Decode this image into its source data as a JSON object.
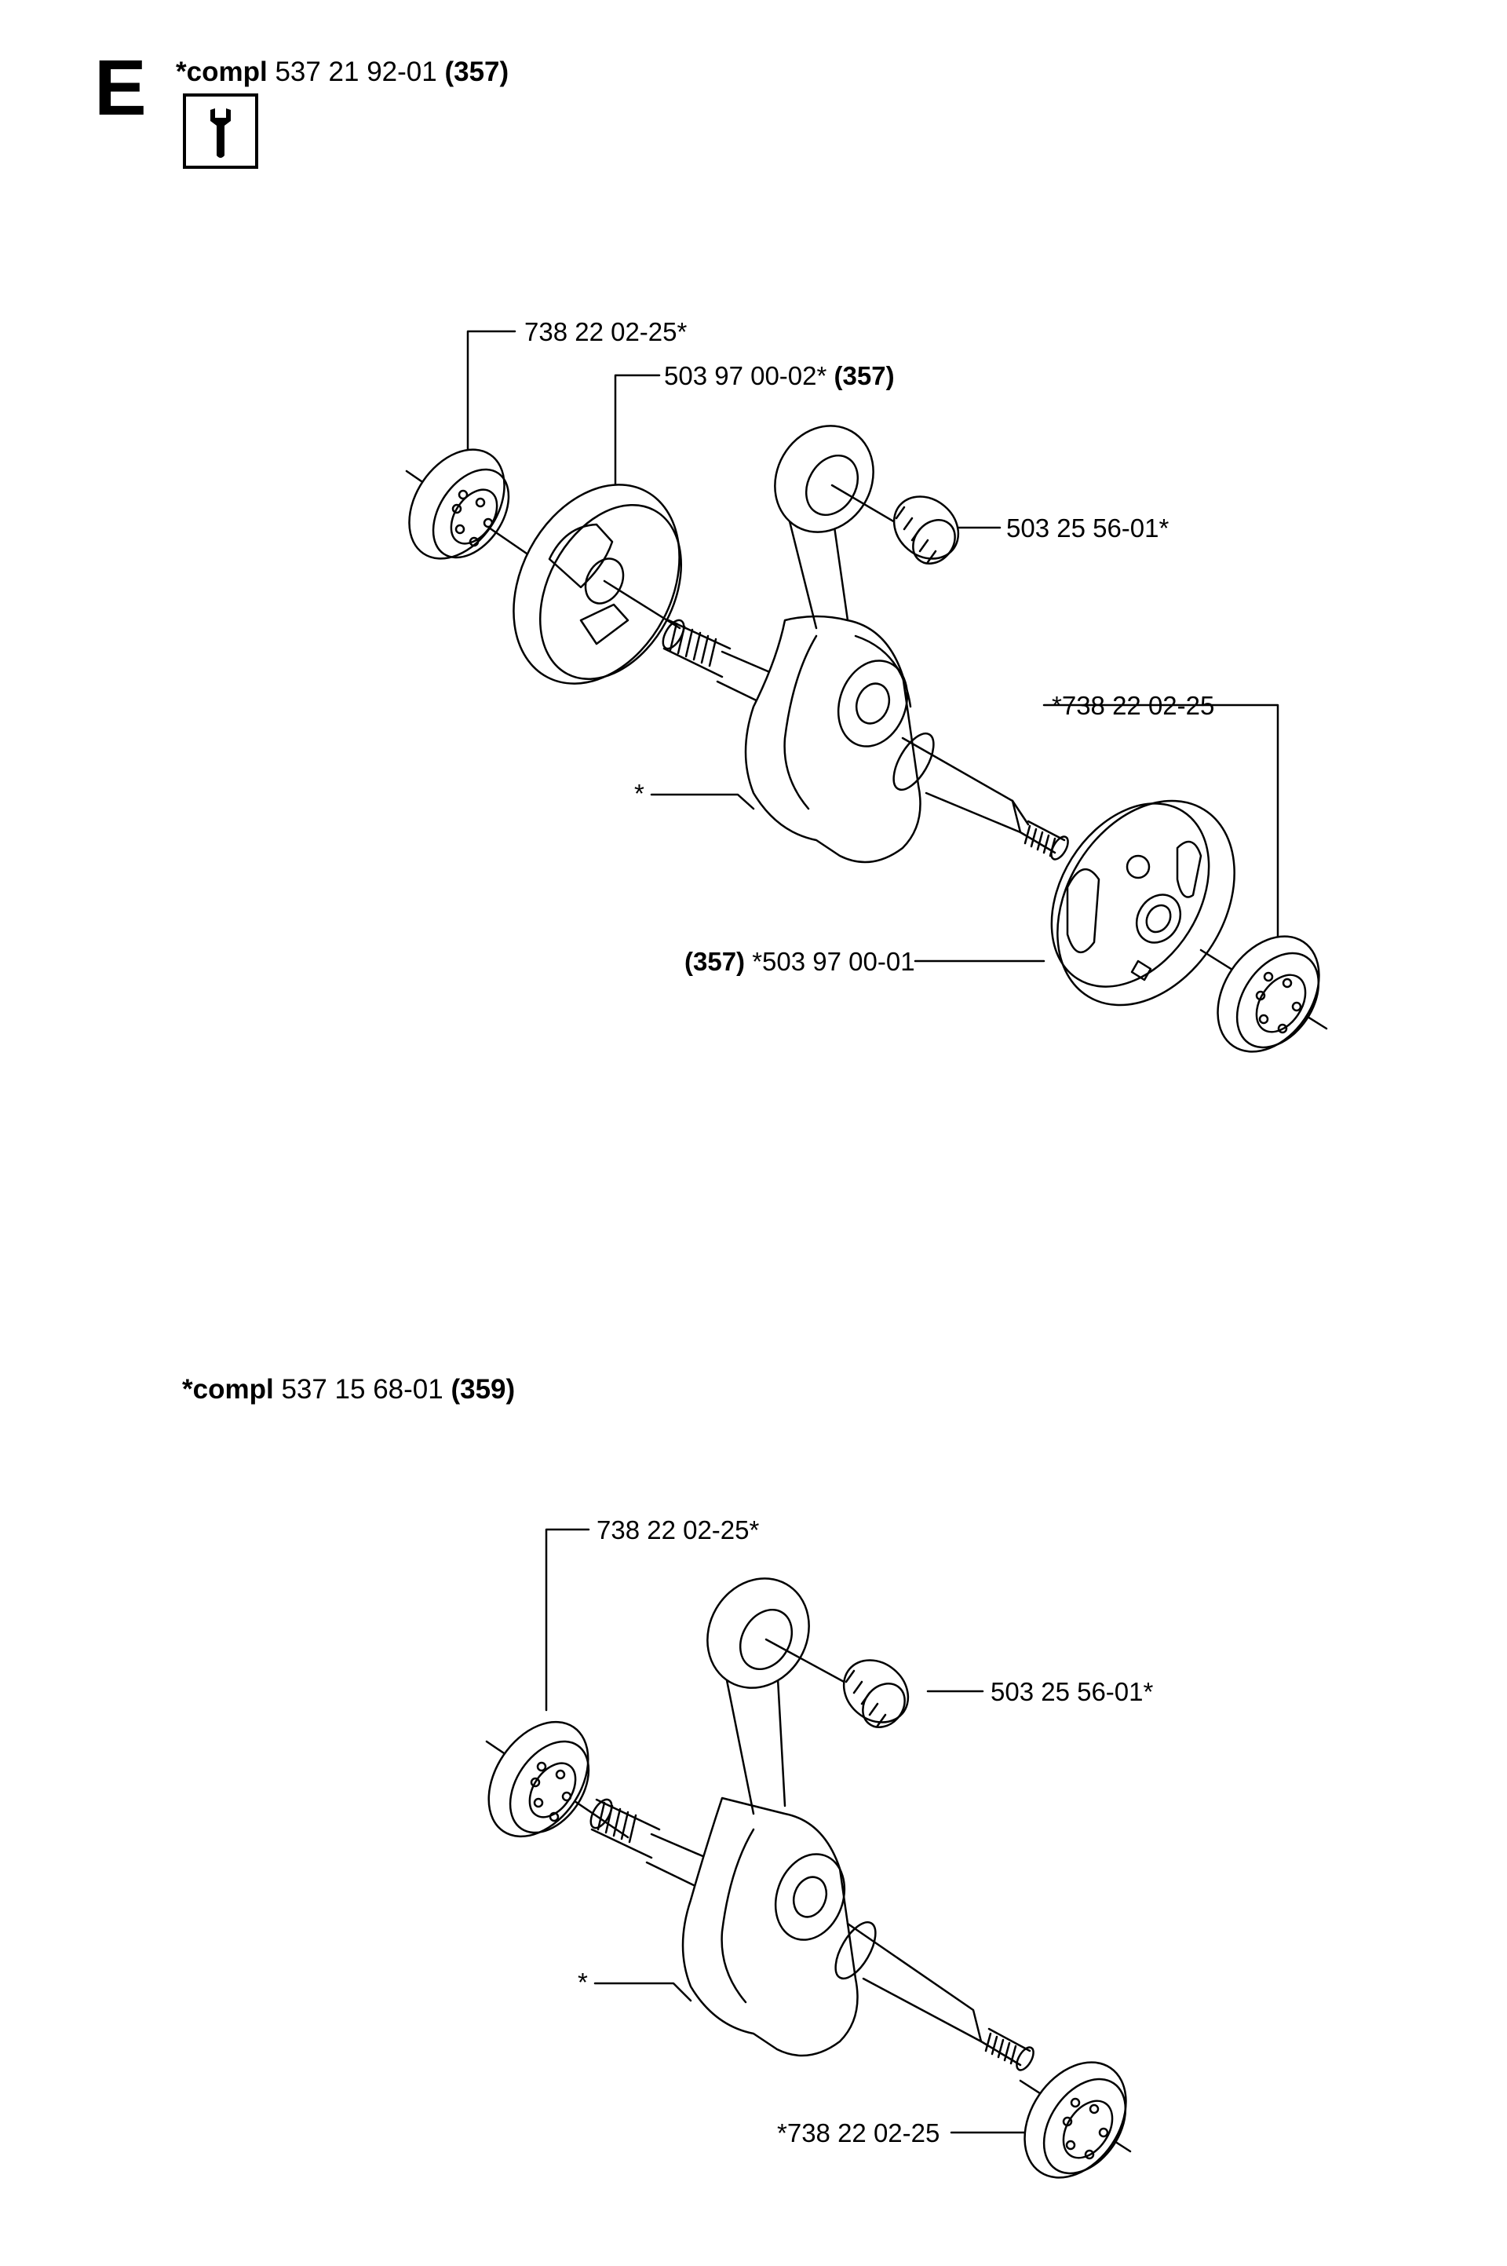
{
  "section": {
    "letter": "E"
  },
  "assemblies": [
    {
      "compl_label": "*compl",
      "part_number": "537 21 92-01",
      "model": "(357)",
      "callouts": {
        "bearing_top": {
          "text": "738 22 02-25*"
        },
        "flywheel_half": {
          "text": "503 97 00-02*",
          "model": "(357)"
        },
        "needle_bearing": {
          "text": "503 25 56-01*"
        },
        "bearing_right": {
          "text": "*738 22 02-25"
        },
        "crankshaft": {
          "text": "*"
        },
        "clutch_half": {
          "model": "(357)",
          "text": "*503 97 00-01"
        }
      }
    },
    {
      "compl_label": "*compl",
      "part_number": "537 15 68-01",
      "model": "(359)",
      "callouts": {
        "bearing_top": {
          "text": "738 22 02-25*"
        },
        "needle_bearing": {
          "text": "503 25 56-01*"
        },
        "crankshaft": {
          "text": "*"
        },
        "bearing_bottom": {
          "text": "*738 22 02-25"
        }
      }
    }
  ],
  "icons": {
    "service_tool": "wrench-service-icon"
  }
}
